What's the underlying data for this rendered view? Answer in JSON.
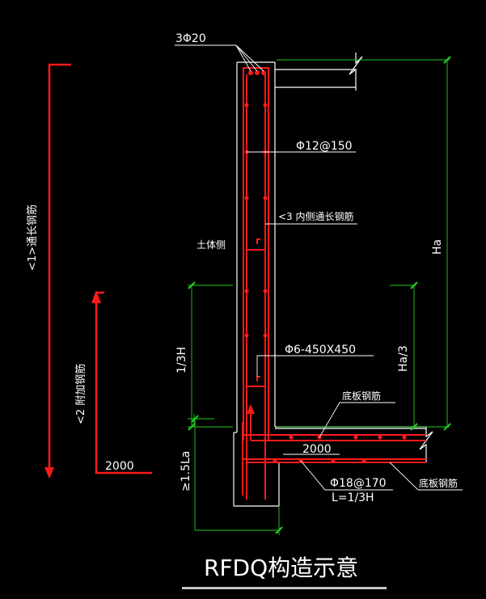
{
  "colors": {
    "background": "#000000",
    "rebar": "#ff1a1a",
    "outline": "#ffffff",
    "dimension": "#22cc22",
    "text": "#ffffff",
    "title_underline": "#c8c8c8"
  },
  "labels": {
    "top_bars": "3Φ20",
    "vertical_bars": "Φ12@150",
    "inner_long_bars": "<3 内侧通长钢筋",
    "soil_side": "土体侧",
    "stirrups": "Φ6-450X450",
    "slab_bars_top": "底板钢筋",
    "lap_2000": "2000",
    "bottom_bars": "Φ18@170",
    "bottom_length": "L=1/3H",
    "slab_bars_bottom": "底板钢筋"
  },
  "dimensions": {
    "ha": "Ha",
    "ha_third": "Ha/3",
    "one_third_h": "1/3H",
    "anchor": "≥1.5La"
  },
  "legend": {
    "long_bar": "<1>通长钢筋",
    "extra_bar": "<2 附加钢筋",
    "extra_length": "2000"
  },
  "title": "RFDQ构造示意"
}
